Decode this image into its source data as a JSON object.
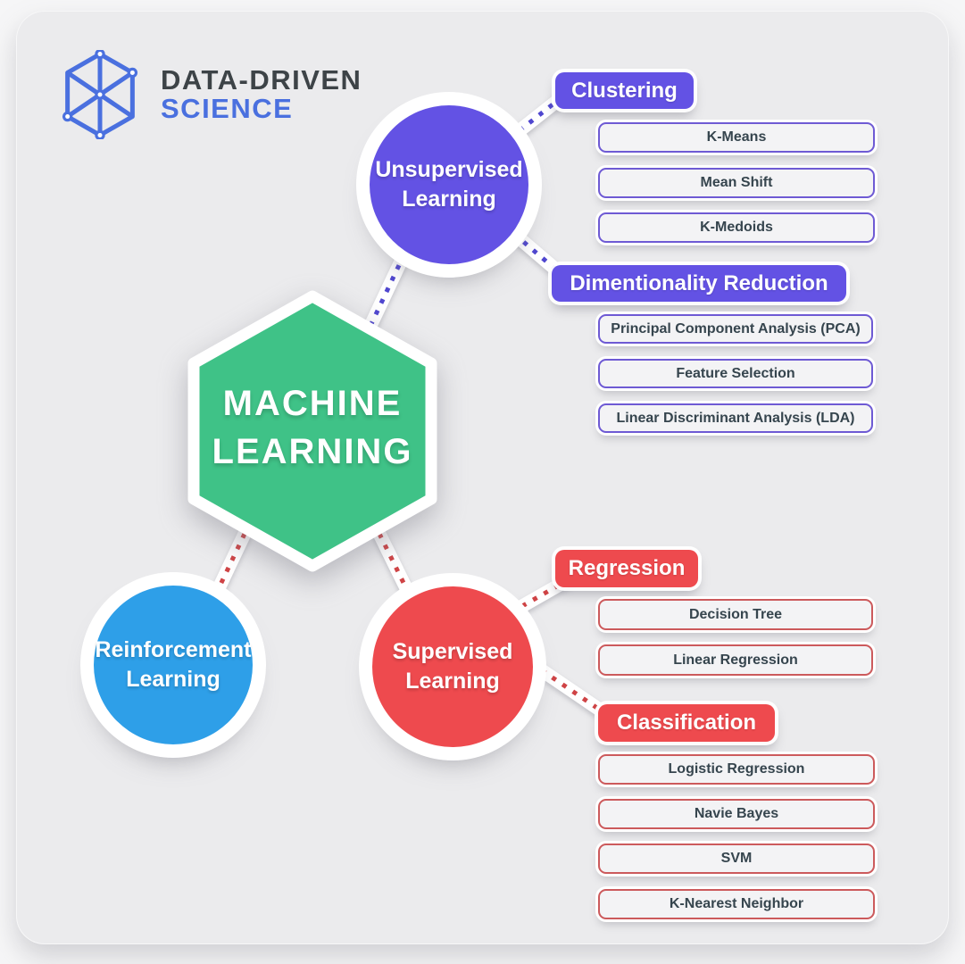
{
  "logo": {
    "line1": "DATA-DRIVEN",
    "line2": "SCIENCE"
  },
  "center": {
    "line1": "MACHINE",
    "line2": "LEARNING"
  },
  "nodes": {
    "unsupervised": {
      "line1": "Unsupervised",
      "line2": "Learning"
    },
    "reinforcement": {
      "line1": "Reinforcement",
      "line2": "Learning"
    },
    "supervised": {
      "line1": "Supervised",
      "line2": "Learning"
    }
  },
  "branches": [
    {
      "title": "Clustering",
      "parent": "unsupervised",
      "items": [
        "K-Means",
        "Mean Shift",
        "K-Medoids"
      ]
    },
    {
      "title": "Dimentionality Reduction",
      "parent": "unsupervised",
      "items": [
        "Principal Component Analysis (PCA)",
        "Feature Selection",
        "Linear Discriminant Analysis (LDA)"
      ]
    },
    {
      "title": "Regression",
      "parent": "supervised",
      "items": [
        "Decision Tree",
        "Linear Regression"
      ]
    },
    {
      "title": "Classification",
      "parent": "supervised",
      "items": [
        "Logistic Regression",
        "Navie Bayes",
        "SVM",
        "K-Nearest Neighbor"
      ]
    }
  ],
  "colors": {
    "unsupervised_purple": "#6352e4",
    "supervised_red": "#ee4a4e",
    "reinforcement_blue": "#2e9fe8",
    "center_green": "#3fc287",
    "logo_blue": "#4a70df",
    "dark_text": "#36454e",
    "panel_bg": "#ebebed"
  }
}
